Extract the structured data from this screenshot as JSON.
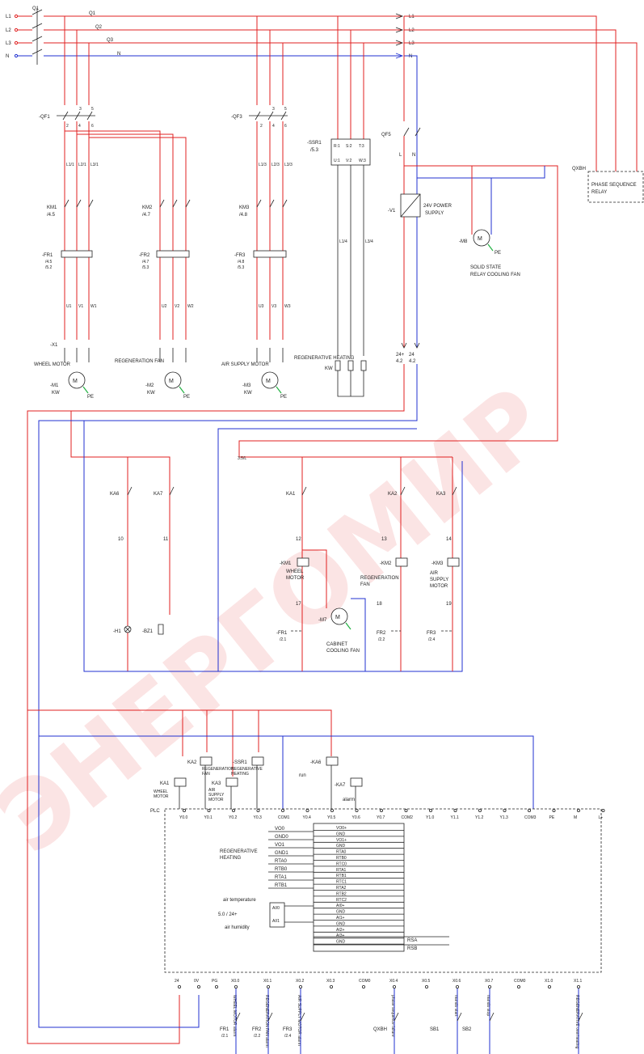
{
  "watermark": "ЭНЕРГОМИР",
  "top": {
    "supply": [
      "L1",
      "L2",
      "L3",
      "N"
    ],
    "q1": "Q1",
    "lines": [
      "Q1",
      "Q2",
      "Q3",
      "N"
    ],
    "out": [
      "L1",
      "L2",
      "L3",
      "N"
    ],
    "qf1": "-QF1",
    "qf3": "-QF3",
    "qf5": "QF5",
    "ssr1": "-SSR1",
    "ssr1ref": "/5.3",
    "ssr_top": [
      "R:1",
      "S:2",
      "T:3"
    ],
    "ssr_bot": [
      "U:1",
      "V:2",
      "W:3"
    ],
    "qxbh": "QXBH",
    "psr": "PHASE SEQUENCE RELAY",
    "km1": "KM1",
    "km1ref": "/4.5",
    "km2": "KM2",
    "km2ref": "/4.7",
    "km3": "KM3",
    "km3ref": "/4.8",
    "fr1": "-FR1",
    "fr1ref": "/4.5\n/5.2",
    "fr2": "-FR2",
    "fr2ref": "/4.7\n/5.3",
    "fr3": "-FR3",
    "fr3ref": "/4.8\n/5.3",
    "x1": "-X1",
    "wheel": "WHEEL MOTOR",
    "regen": "REGENERATION FAN",
    "air": "AIR SUPPLY MOTOR",
    "m1": "-M1",
    "m2": "-M2",
    "m3": "-M3",
    "kw": "KW",
    "pe": "PE",
    "v1": "-V1",
    "psu": "24V POWER SUPPLY",
    "m8": "-M8",
    "ssrfan": "SOLID STATE RELAY COOLING FAN",
    "regheat": "REGENERATIVE HEATING",
    "kw2": "KW"
  },
  "mid": {
    "ref": "3.5/L",
    "ka6": "KA6",
    "ka7": "KA7",
    "ka1": "KA1",
    "ka2": "KA2",
    "ka3": "KA3",
    "h1": "-H1",
    "bz1": "-BZ1",
    "km1": "-KM1",
    "km2": "-KM2",
    "km3": "-KM3",
    "wheel": "WHEEL MOTOR",
    "regen": "REGENERATION FAN",
    "air": "AIR SUPPLY MOTOR",
    "m7": "-M7",
    "cab": "CABINET COOLING FAN",
    "fr1": "-FR1",
    "fr1ref": "/2.1",
    "fr2": "FR2",
    "fr2ref": "/2.2",
    "fr3": "FR3",
    "fr3ref": "/2.4",
    "nums": [
      "10",
      "11",
      "12",
      "13",
      "14",
      "17",
      "18",
      "19"
    ]
  },
  "plc": {
    "label": "PLC",
    "run": "run",
    "alarm": "alarm",
    "ka1": "KA1",
    "ka2": "KA2",
    "ka3": "KA3",
    "ssr1": "-SSR1",
    "ka6": "-KA6",
    "ka7": "-KA7",
    "ka1t": "WHEEL MOTOR",
    "ka2t": "REGENERATION FAN",
    "ka3t": "AIR SUPPLY MOTOR",
    "ssr1t": "REGENERATIVE HEATING",
    "outs": [
      "Y0.0",
      "Y0.1",
      "Y0.2",
      "Y0.3",
      "COM1",
      "Y0.4",
      "Y0.5",
      "Y0.6",
      "Y0.7",
      "COM2",
      "Y1.0",
      "Y1.1",
      "Y1.2",
      "Y1.3",
      "COM3",
      "PE",
      "M",
      "L+"
    ],
    "regheat": "REGENERATIVE HEATING",
    "left_sig": [
      "VO0",
      "GND0",
      "VO1",
      "GND1",
      "RTA0",
      "RTB0",
      "RTA1",
      "RTB1"
    ],
    "right_sig": [
      "VO0+",
      "GND",
      "VO1+",
      "GND",
      "RTA0",
      "RTB0",
      "RTC0",
      "RTA1",
      "RTB1",
      "RTC1",
      "RTA2",
      "RTB2",
      "RTC2",
      "AI0+",
      "GND",
      "AI1+",
      "GND",
      "AI2+",
      "AI3+",
      "GND"
    ],
    "rsa": "RSA",
    "rsb": "RSB",
    "airt": "air temperature",
    "airh": "air humidity",
    "range": "5.0 / 24+",
    "ai0": "AI/0",
    "ai1": "AI/1",
    "ins": [
      "24",
      "0V",
      "PG",
      "X0.0",
      "X0.1",
      "X0.2",
      "X0.3",
      "COM0",
      "X0.4",
      "X0.5",
      "X0.6",
      "X0.7",
      "COM0",
      "X1.0",
      "X1.1"
    ],
    "in_desc": [
      "WHEEL MOTOR alarm",
      "REGENERATION FAN alarm",
      "AIR SUPPLY MOTOR alarm",
      "phase sequence failure",
      "mando start",
      "mando stop",
      "REGENERATIVE overheating"
    ],
    "bfr1": "FR1",
    "bfr1r": "/2.1",
    "bfr2": "FR2",
    "bfr2r": "/2.2",
    "bfr3": "FR3",
    "bfr3r": "/2.4",
    "qxbh": "QXBH",
    "sb1": "SB1",
    "sb2": "SB2"
  }
}
